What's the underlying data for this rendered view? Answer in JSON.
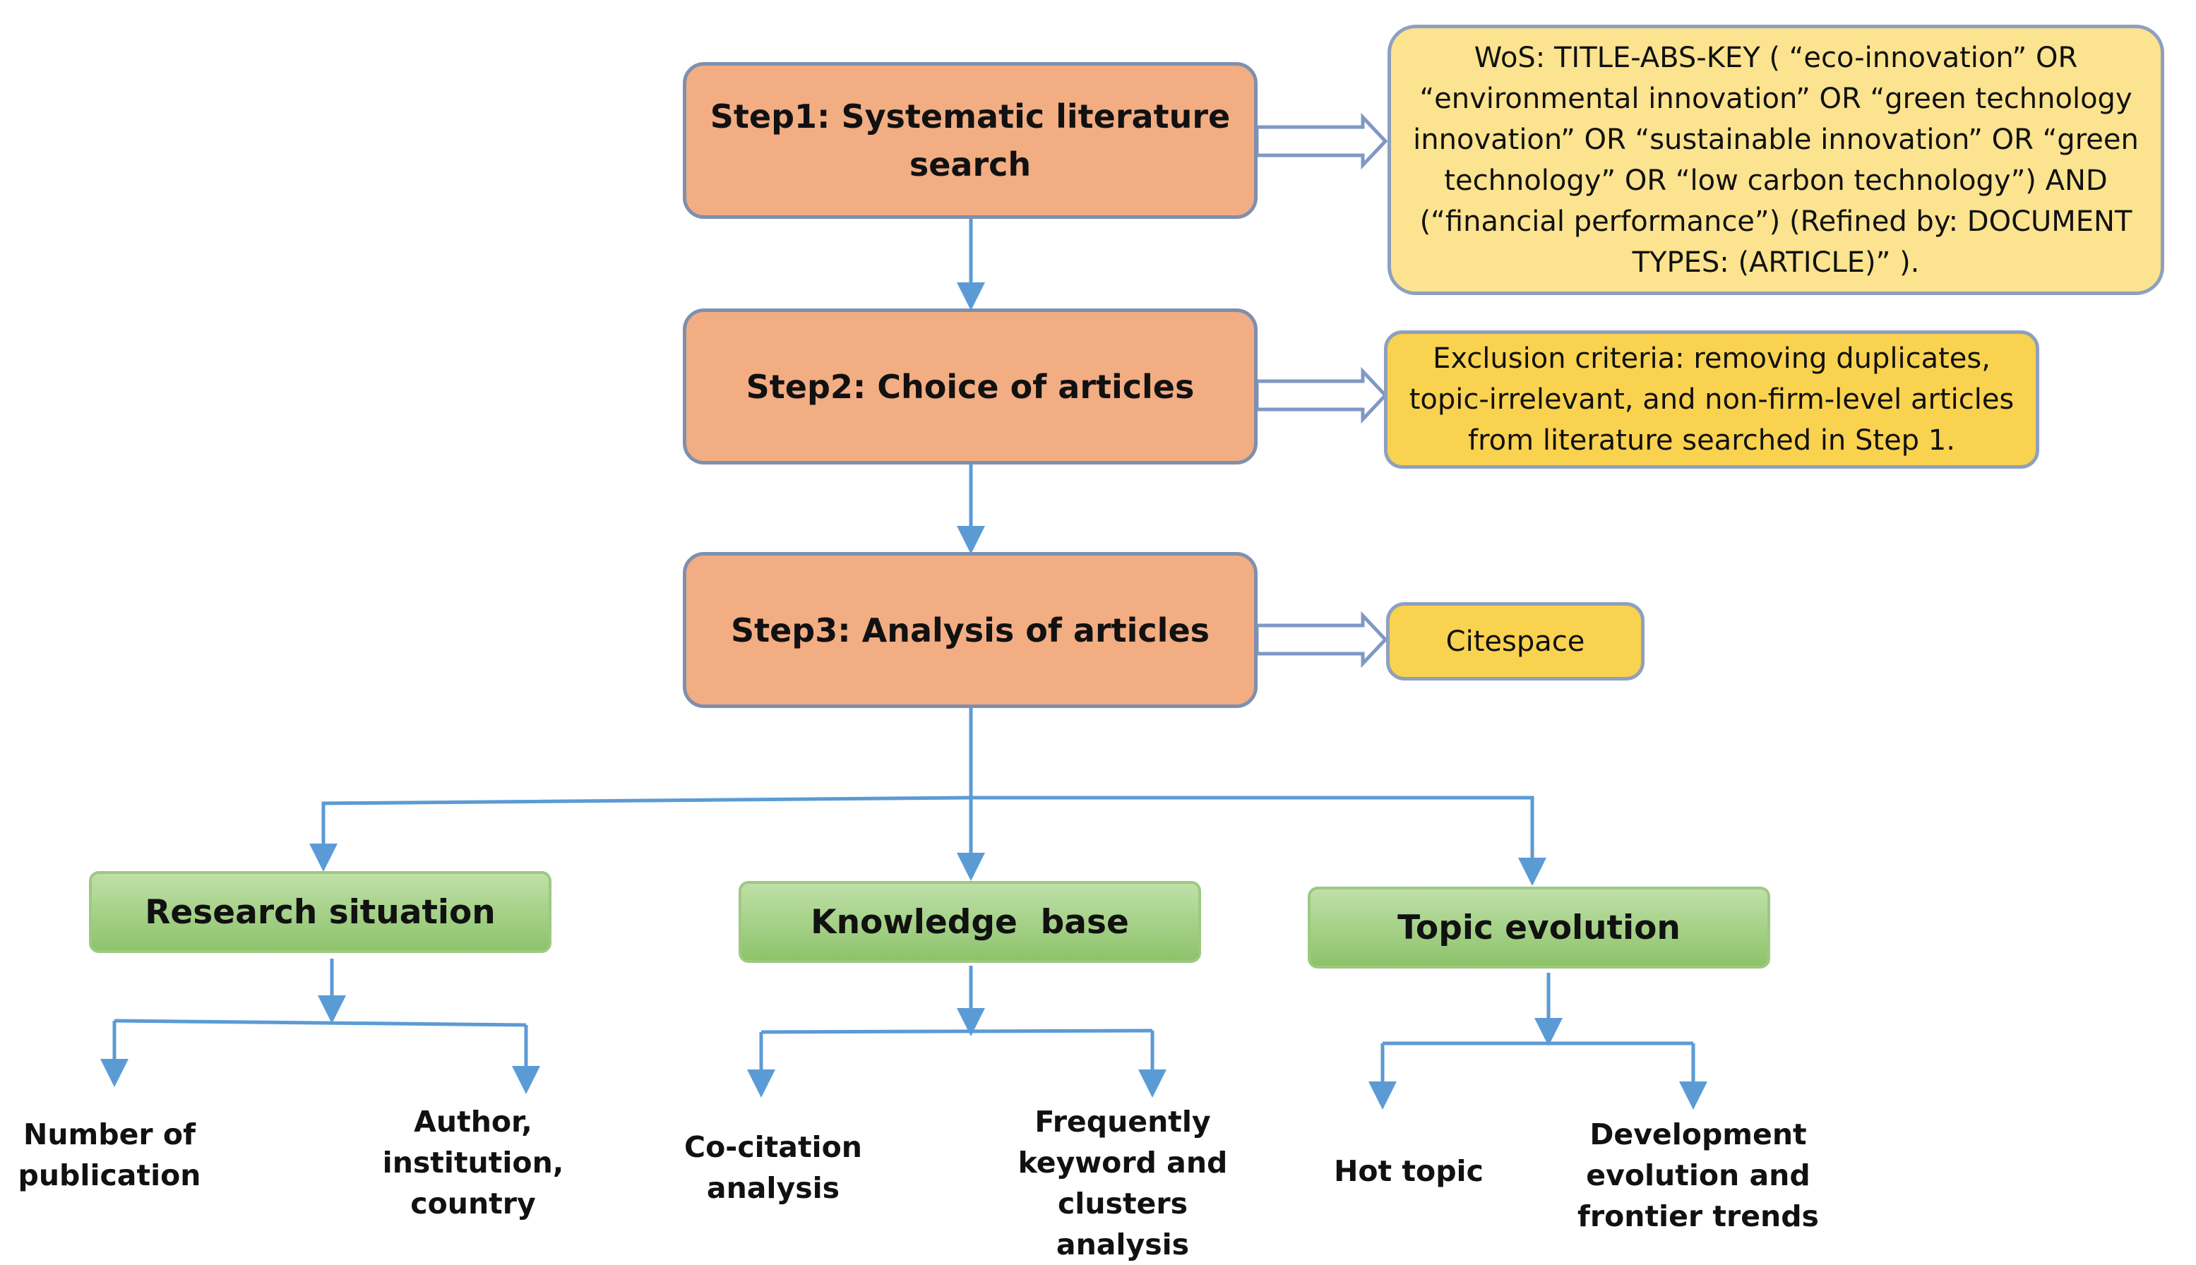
{
  "steps": {
    "step1": "Step1: Systematic literature search",
    "step2": "Step2: Choice of articles",
    "step3": "Step3: Analysis of articles"
  },
  "notes": {
    "search_query": "WoS: TITLE-ABS-KEY ( “eco-innovation” OR “environmental innovation” OR “green technology innovation” OR “sustainable innovation” OR “green technology” OR “low carbon technology”) AND (“financial performance”) (Refined by: DOCUMENT TYPES: (ARTICLE)” ).",
    "exclusion": "Exclusion criteria: removing duplicates, topic-irrelevant, and non-firm-level articles from literature searched in Step 1.",
    "tool": "Citespace"
  },
  "categories": {
    "research_situation": "Research situation",
    "knowledge_base": "Knowledge  base",
    "topic_evolution": "Topic evolution"
  },
  "leaves": {
    "number_of_publication": "Number of publication",
    "author_institution_country": "Author, institution, country",
    "co_citation_analysis": "Co-citation analysis",
    "keyword_clusters": "Frequently keyword and clusters analysis",
    "hot_topic": "Hot topic",
    "development_trends": "Development evolution and frontier trends"
  },
  "colors": {
    "step_fill": "#f2ad83",
    "note_fill": "#fbe38f",
    "note_fill_dark": "#f9d24f",
    "category_fill": "#a8d18a",
    "connector": "#5b9bd5"
  }
}
